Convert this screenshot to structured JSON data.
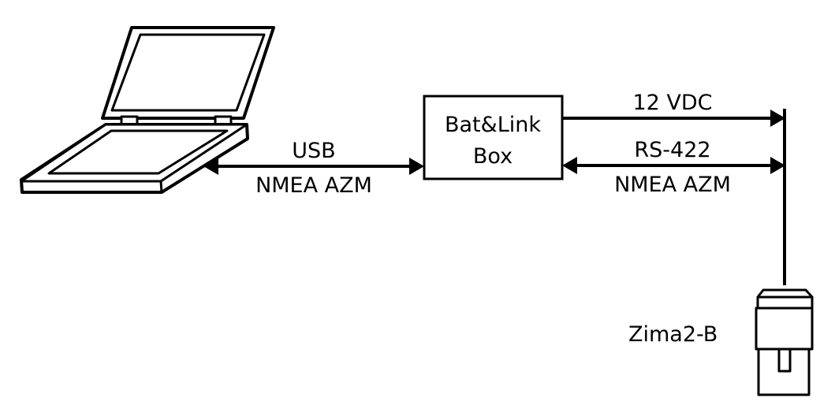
{
  "diagram": {
    "box": {
      "line1": "Bat&Link",
      "line2": "Box"
    },
    "usb_link": {
      "top_label": "USB",
      "bottom_label": "NMEA AZM"
    },
    "power_link": {
      "label": "12 VDC"
    },
    "rs422_link": {
      "top_label": "RS-422",
      "bottom_label": "NMEA AZM"
    },
    "device": {
      "label": "Zima2-B"
    }
  },
  "colors": {
    "stroke": "#000000",
    "background": "#ffffff"
  },
  "icons": {
    "computer": "laptop-icon",
    "device": "zima2b-transponder-icon"
  }
}
